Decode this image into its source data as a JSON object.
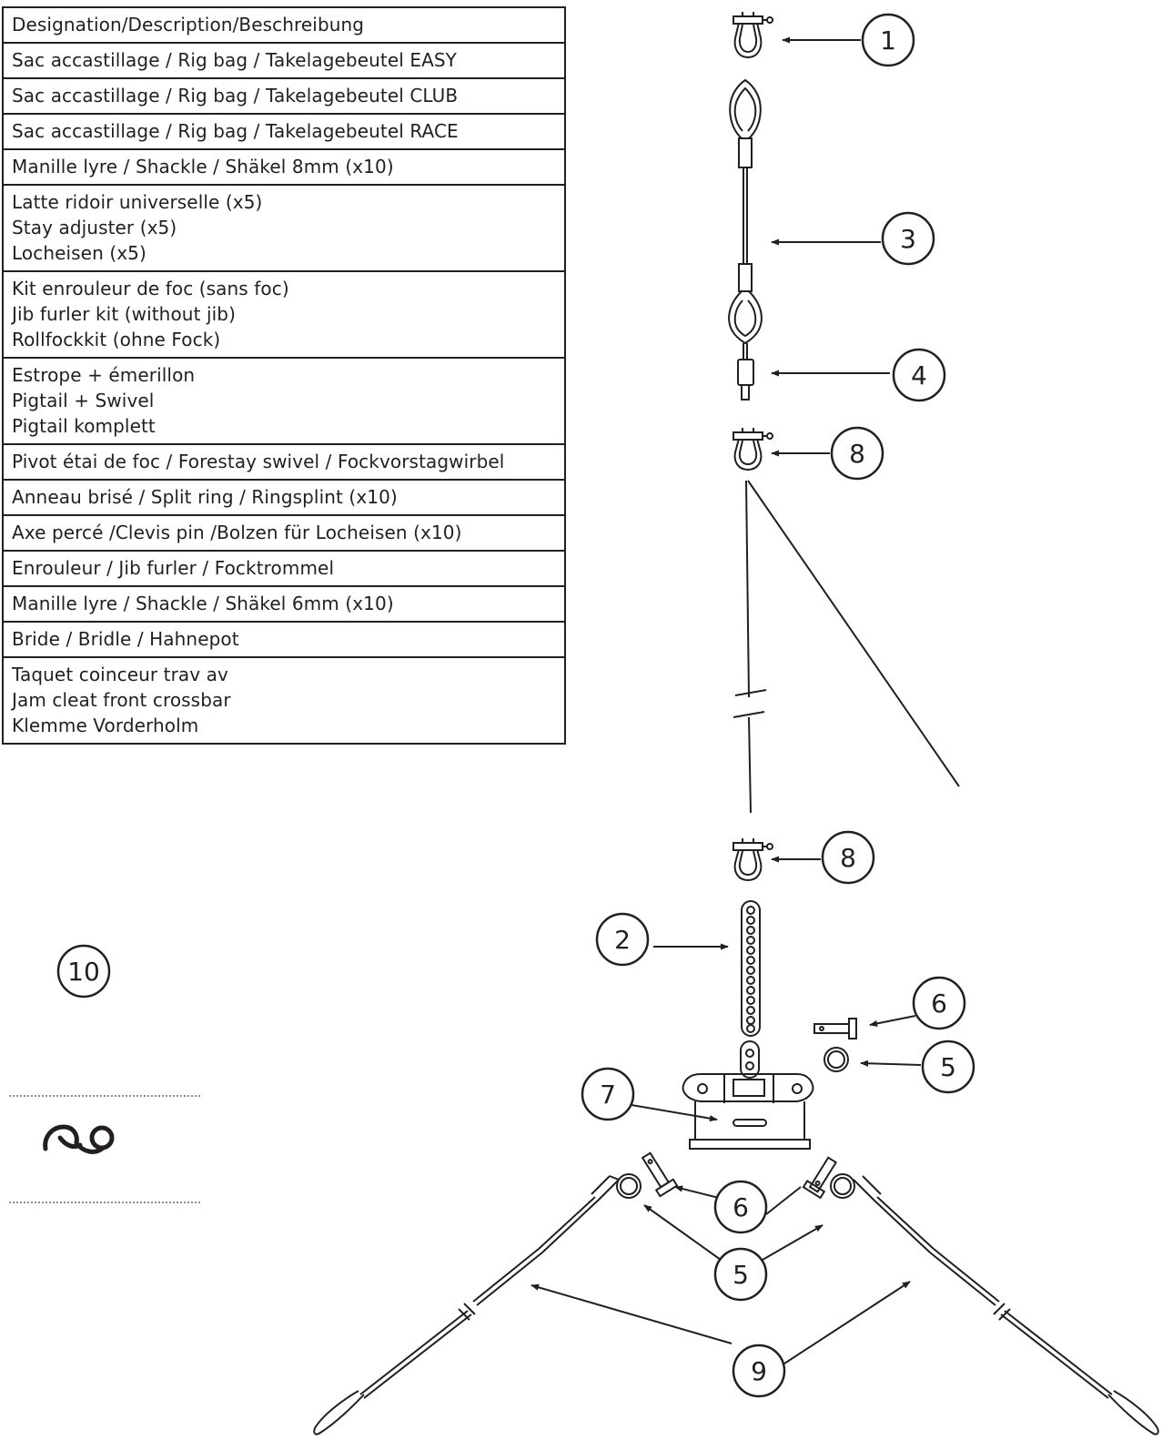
{
  "table": {
    "rows": [
      {
        "lines": [
          "Designation/Description/Beschreibung"
        ]
      },
      {
        "lines": [
          "Sac accastillage / Rig bag / Takelagebeutel EASY"
        ]
      },
      {
        "lines": [
          "Sac accastillage / Rig bag / Takelagebeutel CLUB"
        ]
      },
      {
        "lines": [
          "Sac accastillage / Rig bag / Takelagebeutel RACE"
        ]
      },
      {
        "lines": [
          "Manille lyre / Shackle / Shäkel 8mm (x10)"
        ]
      },
      {
        "lines": [
          "Latte ridoir universelle (x5)",
          "Stay adjuster (x5)",
          "Locheisen (x5)"
        ]
      },
      {
        "lines": [
          "Kit enrouleur de foc (sans foc)",
          "Jib furler kit (without jib)",
          "Rollfockkit (ohne Fock)"
        ]
      },
      {
        "lines": [
          "Estrope + émerillon",
          "Pigtail + Swivel",
          "Pigtail komplett"
        ]
      },
      {
        "lines": [
          "Pivot étai de foc / Forestay swivel / Fockvorstagwirbel"
        ]
      },
      {
        "lines": [
          "Anneau brisé / Split ring / Ringsplint (x10)"
        ]
      },
      {
        "lines": [
          "Axe percé /Clevis pin /Bolzen für Locheisen (x10)"
        ]
      },
      {
        "lines": [
          "Enrouleur / Jib furler / Focktrommel"
        ]
      },
      {
        "lines": [
          "Manille lyre / Shackle / Shäkel 6mm (x10)"
        ]
      },
      {
        "lines": [
          "Bride / Bridle / Hahnepot"
        ]
      },
      {
        "lines": [
          "Taquet coinceur trav av",
          "Jam cleat front crossbar",
          "Klemme Vorderholm"
        ]
      }
    ]
  },
  "diagram": {
    "callouts": {
      "c1": "1",
      "c3": "3",
      "c4": "4",
      "c8_top": "8",
      "c8_bottom": "8",
      "c2": "2",
      "c6_right": "6",
      "c5_right": "5",
      "c7": "7",
      "c6_bottom": "6",
      "c5_bottom": "5",
      "c9": "9",
      "c10": "10"
    },
    "colors": {
      "ink": "#231f20",
      "paper": "#ffffff"
    },
    "icons": [
      "shackle-icon",
      "forestay-wire-icon",
      "pigtail-swivel-icon",
      "stay-adjuster-icon",
      "split-ring-icon",
      "clevis-pin-icon",
      "jib-furler-icon",
      "bridle-icon",
      "jam-cleat-icon"
    ]
  }
}
